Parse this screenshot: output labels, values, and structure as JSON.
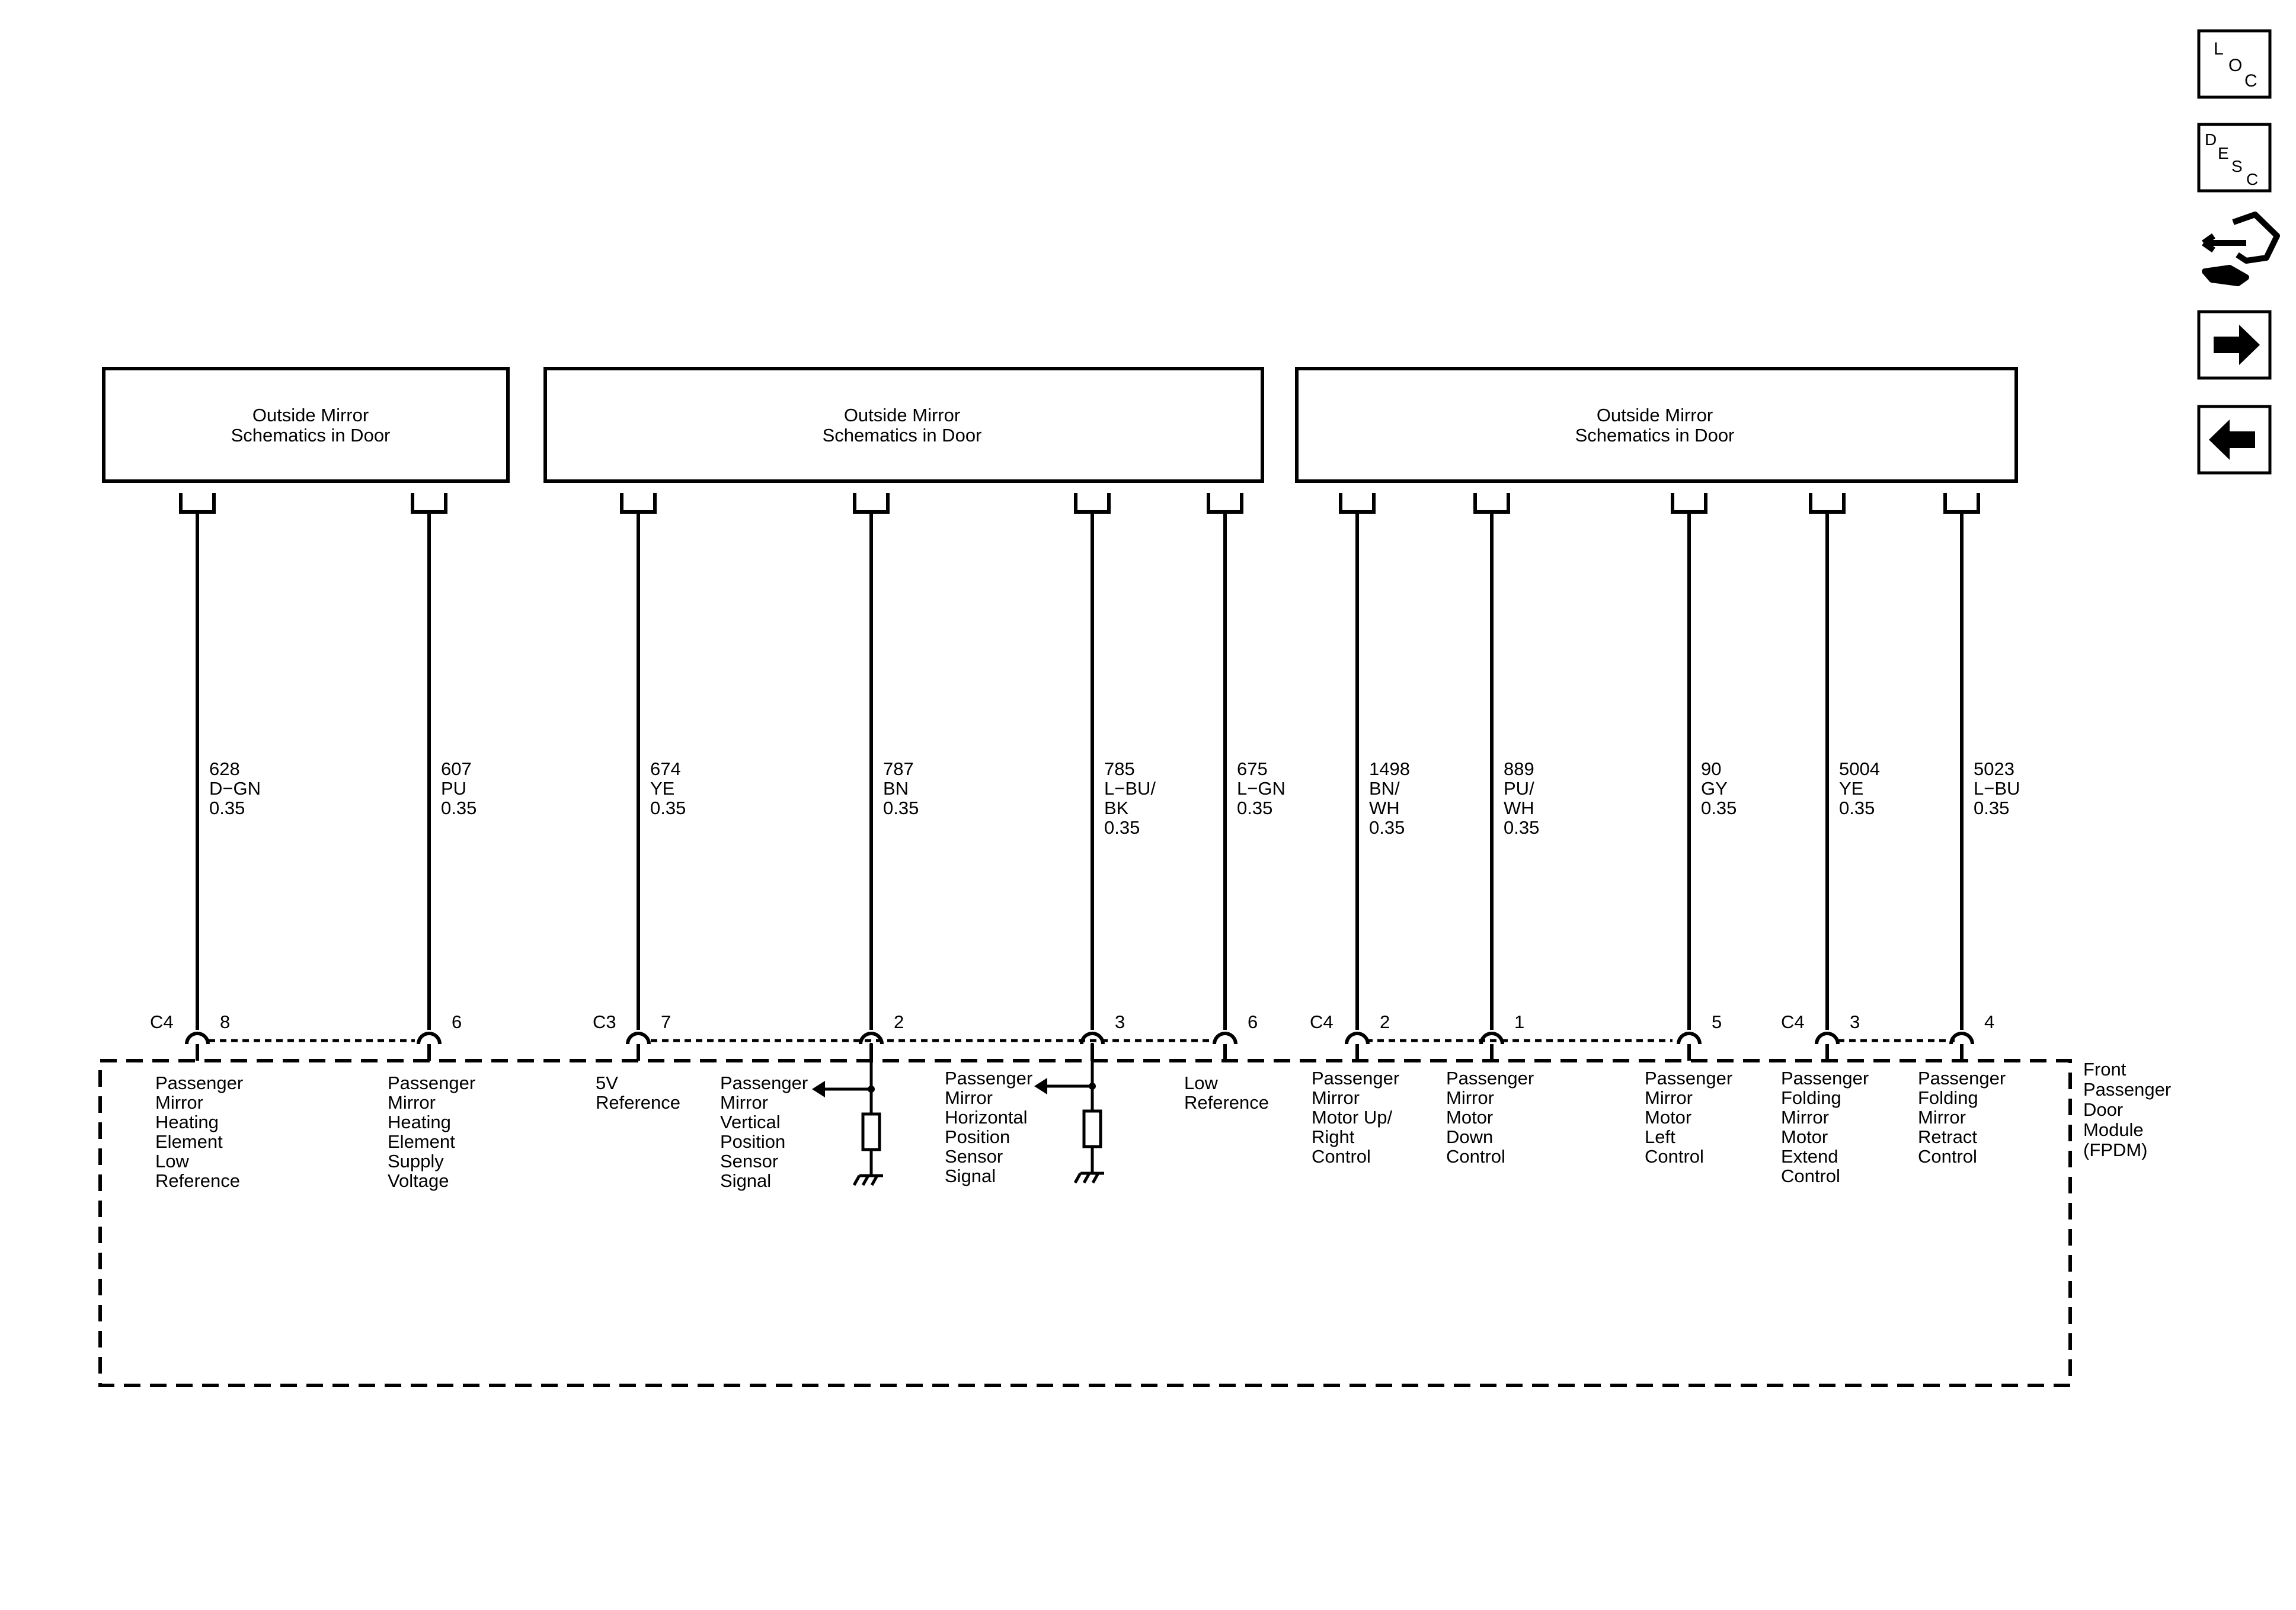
{
  "connectors": [
    "C4",
    "C3",
    "C4",
    "C4"
  ],
  "module_label": [
    "Front",
    "Passenger",
    "Door",
    "Module",
    "(FPDM)"
  ],
  "mirror_boxes": [
    {
      "lines": [
        "Outside Mirror",
        "Schematics in Door"
      ]
    },
    {
      "lines": [
        "Outside Mirror",
        "Schematics in Door"
      ]
    },
    {
      "lines": [
        "Outside Mirror",
        "Schematics in Door"
      ]
    }
  ],
  "wires": [
    {
      "circuit": "628",
      "color_code": [
        "D−GN"
      ],
      "gauge": "0.35",
      "pin": "8",
      "function": [
        "Passenger",
        "Mirror",
        "Heating",
        "Element",
        "Low",
        "Reference"
      ]
    },
    {
      "circuit": "607",
      "color_code": [
        "PU"
      ],
      "gauge": "0.35",
      "pin": "6",
      "function": [
        "Passenger",
        "Mirror",
        "Heating",
        "Element",
        "Supply",
        "Voltage"
      ]
    },
    {
      "circuit": "674",
      "color_code": [
        "YE"
      ],
      "gauge": "0.35",
      "pin": "7",
      "function": [
        "5V",
        "Reference"
      ]
    },
    {
      "circuit": "787",
      "color_code": [
        "BN"
      ],
      "gauge": "0.35",
      "pin": "2",
      "function": [
        "Passenger",
        "Mirror",
        "Vertical",
        "Position",
        "Sensor",
        "Signal"
      ]
    },
    {
      "circuit": "785",
      "color_code": [
        "L−BU/",
        "BK"
      ],
      "gauge": "0.35",
      "pin": "3",
      "function": [
        "Passenger",
        "Mirror",
        "Horizontal",
        "Position",
        "Sensor",
        "Signal"
      ]
    },
    {
      "circuit": "675",
      "color_code": [
        "L−GN"
      ],
      "gauge": "0.35",
      "pin": "6",
      "function": [
        "Low",
        "Reference"
      ]
    },
    {
      "circuit": "1498",
      "color_code": [
        "BN/",
        "WH"
      ],
      "gauge": "0.35",
      "pin": "2",
      "function": [
        "Passenger",
        "Mirror",
        "Motor Up/",
        "Right",
        "Control"
      ]
    },
    {
      "circuit": "889",
      "color_code": [
        "PU/",
        "WH"
      ],
      "gauge": "0.35",
      "pin": "1",
      "function": [
        "Passenger",
        "Mirror",
        "Motor",
        "Down",
        "Control"
      ]
    },
    {
      "circuit": "90",
      "color_code": [
        "GY"
      ],
      "gauge": "0.35",
      "pin": "5",
      "function": [
        "Passenger",
        "Mirror",
        "Motor",
        "Left",
        "Control"
      ]
    },
    {
      "circuit": "5004",
      "color_code": [
        "YE"
      ],
      "gauge": "0.35",
      "pin": "3",
      "function": [
        "Passenger",
        "Folding",
        "Mirror",
        "Motor",
        "Extend",
        "Control"
      ]
    },
    {
      "circuit": "5023",
      "color_code": [
        "L−BU"
      ],
      "gauge": "0.35",
      "pin": "4",
      "function": [
        "Passenger",
        "Folding",
        "Mirror",
        "Retract",
        "Control"
      ]
    }
  ],
  "nav_icons": [
    {
      "name": "loc-icon",
      "letters": [
        "L",
        "O",
        "C"
      ]
    },
    {
      "name": "desc-icon",
      "letters": [
        "D",
        "E",
        "S",
        "C"
      ]
    },
    {
      "name": "connector-wrench-icon"
    },
    {
      "name": "next-page-arrow-icon"
    },
    {
      "name": "previous-page-arrow-icon"
    }
  ]
}
